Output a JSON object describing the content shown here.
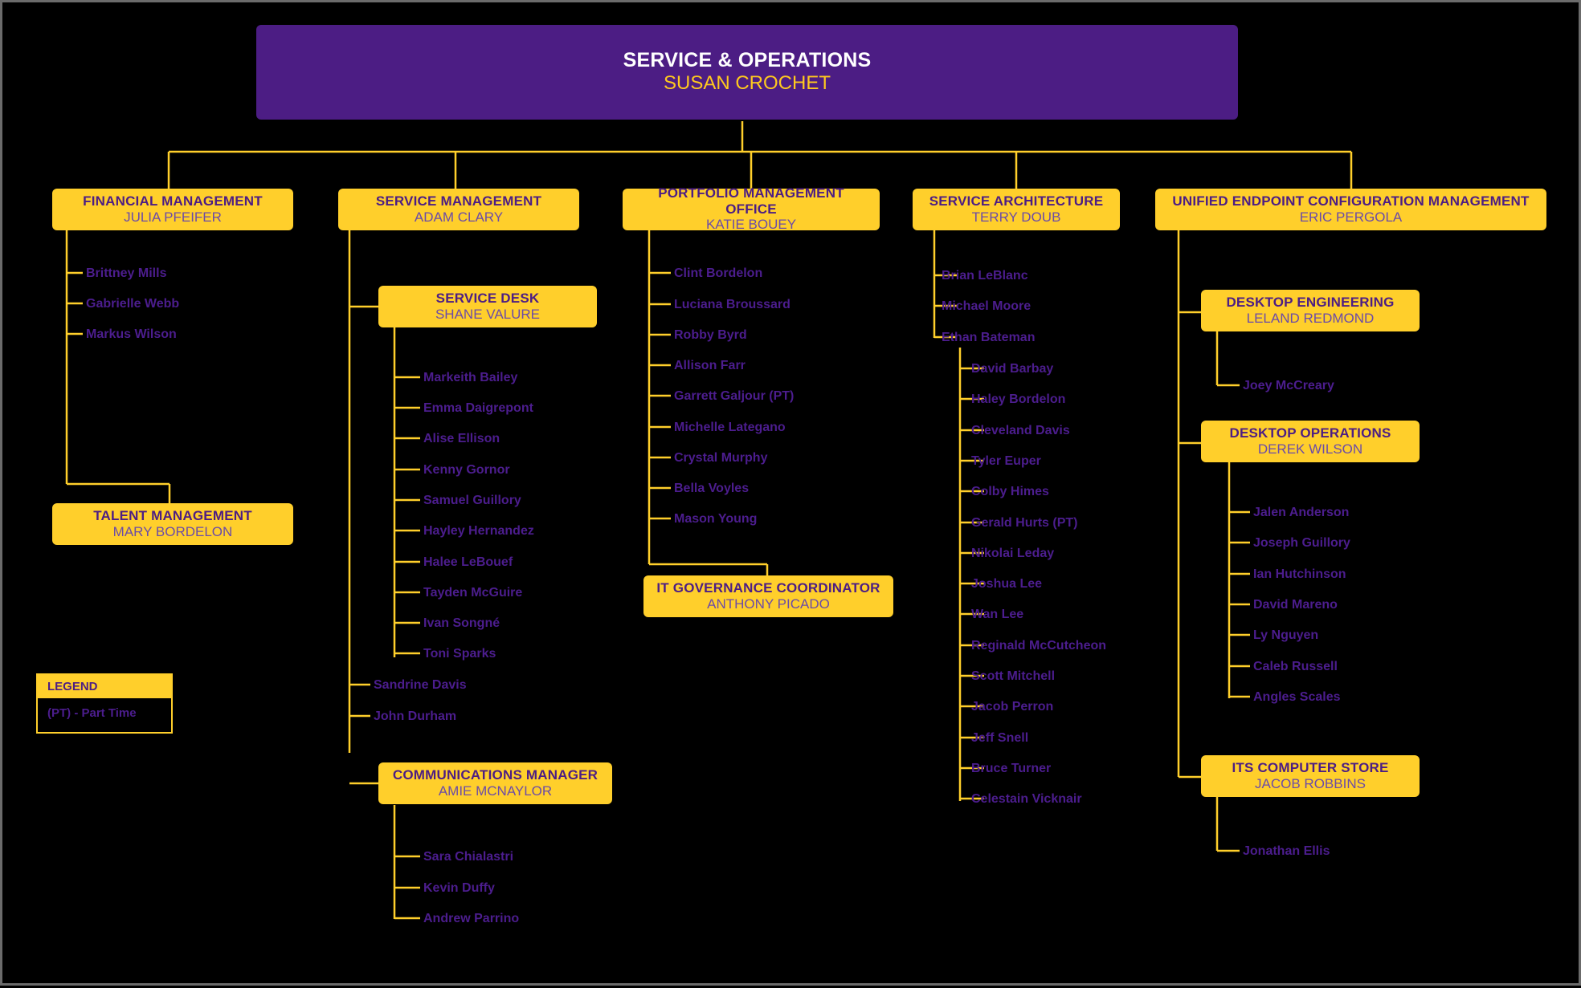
{
  "colors": {
    "background": "#000000",
    "accent_yellow": "#ffcf2b",
    "purple_box": "#4c1d84",
    "name_purple": "#4c1d8e",
    "person_purple": "#6b4ba8",
    "connector": "#ffcf2b",
    "border_gray": "#6b6b6b"
  },
  "root": {
    "title": "SERVICE & OPERATIONS",
    "person": "SUSAN CROCHET"
  },
  "departments": [
    {
      "id": "financial-management",
      "title": "FINANCIAL MANAGEMENT",
      "person": "JULIA PFEIFER",
      "reports": [
        "Brittney Mills",
        "Gabrielle Webb",
        "Markus Wilson"
      ]
    },
    {
      "id": "service-management",
      "title": "SERVICE MANAGEMENT",
      "person": "ADAM CLARY",
      "reports": [
        "Sandrine Davis",
        "John Durham"
      ]
    },
    {
      "id": "portfolio-management-office",
      "title": "PORTFOLIO MANAGEMENT OFFICE",
      "person": "KATIE BOUEY",
      "reports": [
        "Clint Bordelon",
        "Luciana Broussard",
        "Robby Byrd",
        "Allison Farr",
        "Garrett Galjour (PT)",
        "Michelle Lategano",
        "Crystal Murphy",
        "Bella Voyles",
        "Mason Young"
      ]
    },
    {
      "id": "service-architecture",
      "title": "SERVICE ARCHITECTURE",
      "person": "TERRY DOUB",
      "reports": [
        "Brian LeBlanc",
        "Michael Moore",
        "Ethan Bateman"
      ],
      "nested_under": "Ethan Bateman",
      "nested_reports": [
        "David Barbay",
        "Haley Bordelon",
        "Cleveland Davis",
        "Tyler Euper",
        "Colby Himes",
        "Gerald Hurts (PT)",
        "Nikolai Leday",
        "Joshua Lee",
        "Wan Lee",
        "Reginald McCutcheon",
        "Scott Mitchell",
        "Jacob Perron",
        "Jeff Snell",
        "Bruce Turner",
        "Celestain Vicknair"
      ]
    },
    {
      "id": "unified-endpoint-configuration-management",
      "title": "UNIFIED ENDPOINT CONFIGURATION MANAGEMENT",
      "person": "ERIC PERGOLA",
      "reports": []
    }
  ],
  "sub_units": [
    {
      "id": "talent-management",
      "title": "TALENT MANAGEMENT",
      "person": "MARY BORDELON",
      "parent": "financial-management",
      "reports": []
    },
    {
      "id": "service-desk",
      "title": "SERVICE DESK",
      "person": "SHANE VALURE",
      "parent": "service-management",
      "reports": [
        "Markeith Bailey",
        "Emma Daigrepont",
        "Alise Ellison",
        "Kenny Gornor",
        "Samuel Guillory",
        "Hayley Hernandez",
        "Halee LeBouef",
        "Tayden McGuire",
        "Ivan Songné",
        "Toni Sparks"
      ]
    },
    {
      "id": "communications-manager",
      "title": "COMMUNICATIONS MANAGER",
      "person": "AMIE MCNAYLOR",
      "parent": "service-management",
      "reports": [
        "Sara Chialastri",
        "Kevin Duffy",
        "Andrew Parrino"
      ]
    },
    {
      "id": "it-governance-coordinator",
      "title": "IT GOVERNANCE COORDINATOR",
      "person": "ANTHONY PICADO",
      "parent": "portfolio-management-office",
      "reports": []
    },
    {
      "id": "desktop-engineering",
      "title": "DESKTOP ENGINEERING",
      "person": "LELAND REDMOND",
      "parent": "unified-endpoint-configuration-management",
      "reports": [
        "Joey McCreary"
      ]
    },
    {
      "id": "desktop-operations",
      "title": "DESKTOP OPERATIONS",
      "person": "DEREK WILSON",
      "parent": "unified-endpoint-configuration-management",
      "reports": [
        "Jalen Anderson",
        "Joseph Guillory",
        "Ian Hutchinson",
        "David Mareno",
        "Ly Nguyen",
        "Caleb Russell",
        "Angles Scales"
      ]
    },
    {
      "id": "its-computer-store",
      "title": "ITS COMPUTER STORE",
      "person": "JACOB ROBBINS",
      "parent": "unified-endpoint-configuration-management",
      "reports": [
        "Jonathan Ellis"
      ]
    }
  ],
  "legend": {
    "header": "LEGEND",
    "entry": "(PT) - Part Time"
  }
}
